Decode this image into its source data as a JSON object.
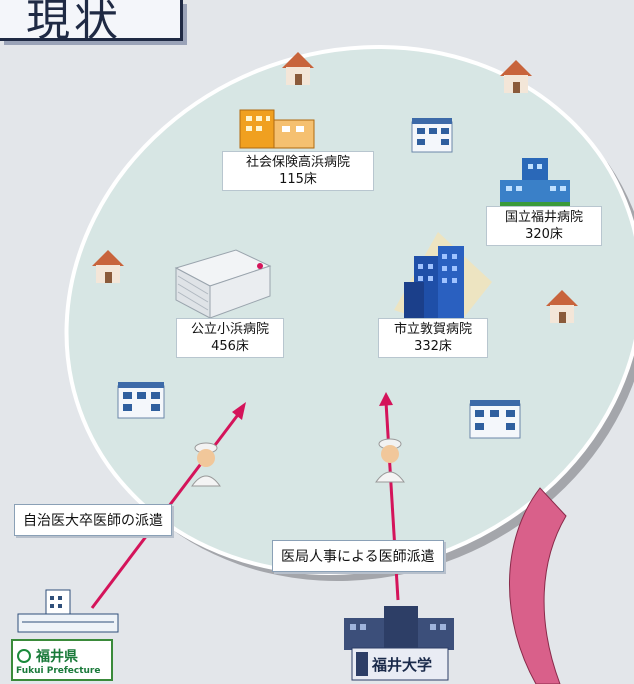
{
  "title": "現状",
  "hospitals": [
    {
      "name": "社会保険高浜病院",
      "beds": "115床"
    },
    {
      "name": "国立福井病院",
      "beds": "320床"
    },
    {
      "name": "公立小浜病院",
      "beds": "456床"
    },
    {
      "name": "市立敦賀病院",
      "beds": "332床"
    }
  ],
  "callouts": {
    "prefecture_dispatch": "自治医大卒医師の派遣",
    "university_dispatch": "医局人事による医師派遣"
  },
  "logos": {
    "prefecture_name": "福井県",
    "prefecture_en": "Fukui Prefecture",
    "university_name": "福井大学"
  },
  "colors": {
    "circle_fill": "#d7e6e4",
    "circle_stroke": "#3d3f4a",
    "arrow": "#d4145a",
    "house_roof": "#c8643c",
    "building_blue": "#1f4fa8",
    "accent_pink": "#d9608a"
  }
}
